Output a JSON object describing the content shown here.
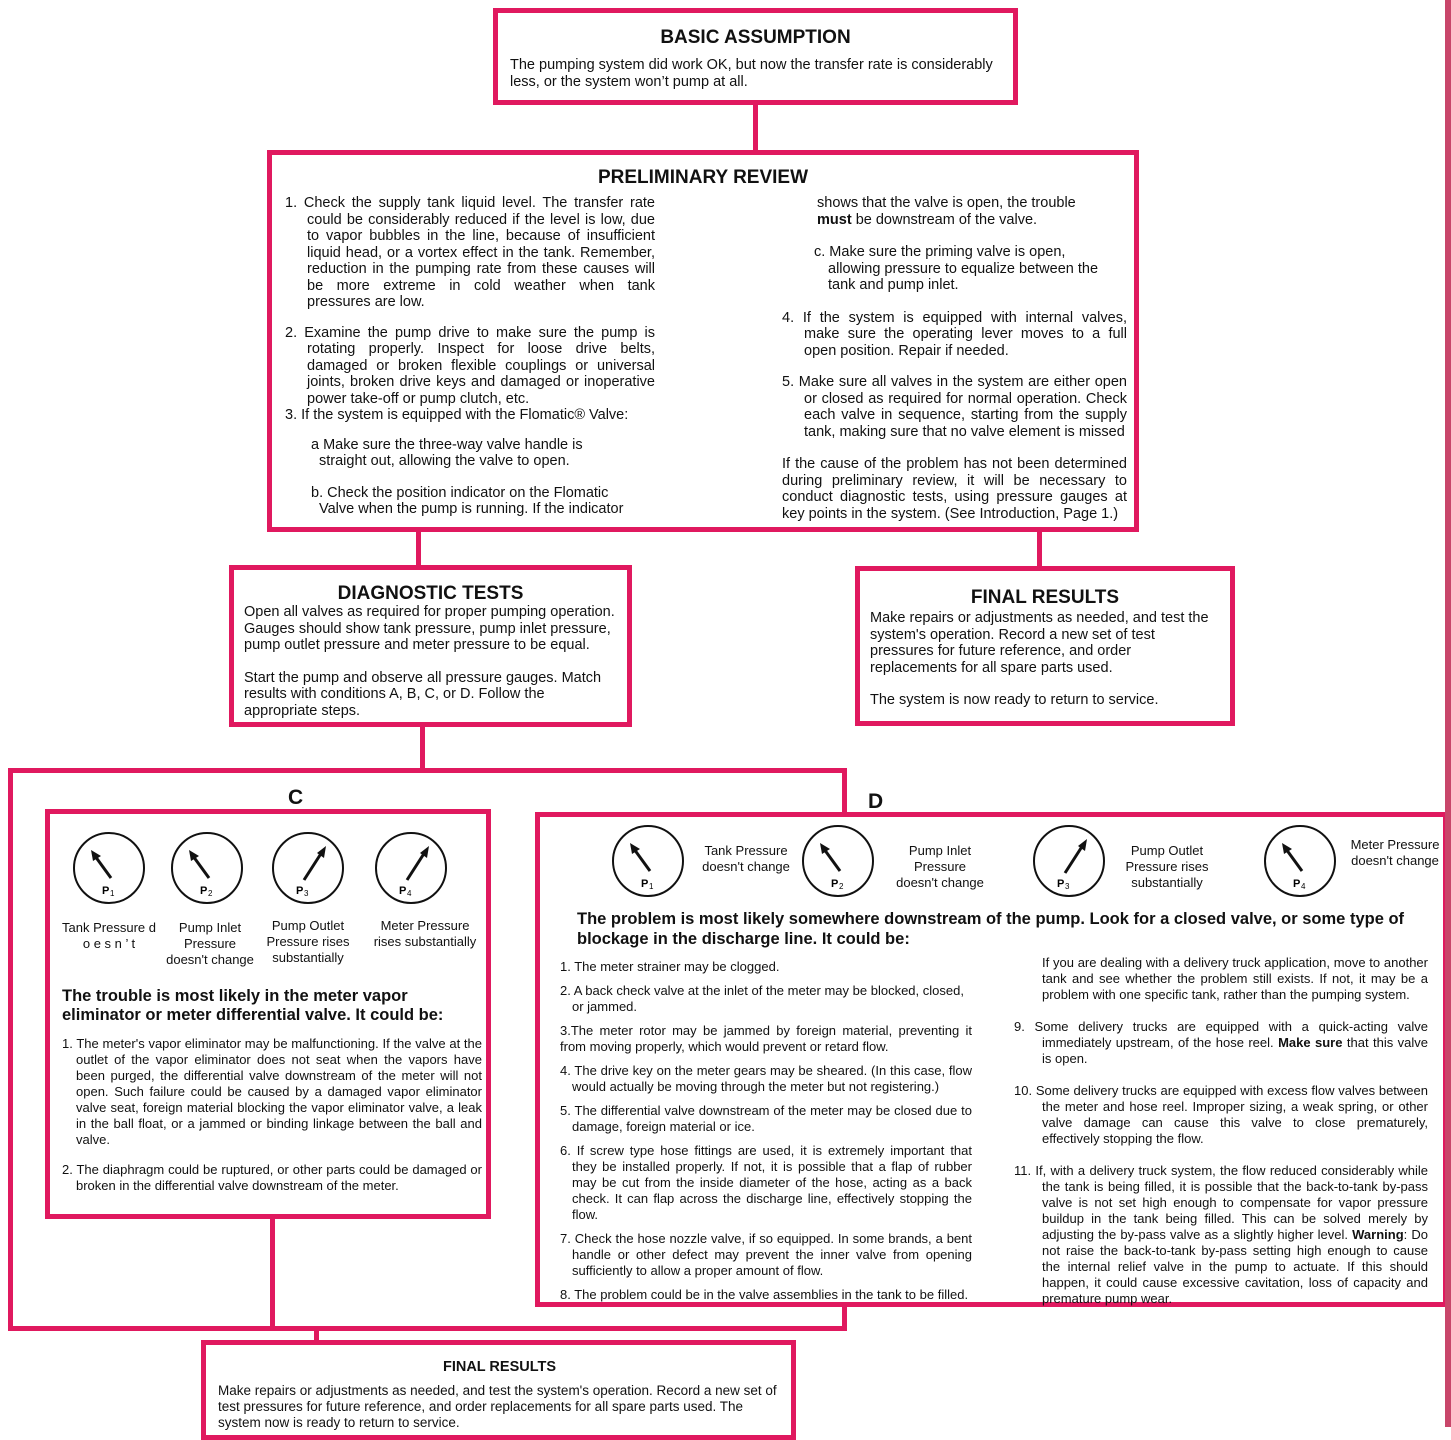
{
  "colors": {
    "accent": "#e0195f",
    "sidebar": "#c8466a"
  },
  "basic": {
    "title": "BASIC ASSUMPTION",
    "text": "The pumping system did work OK, but now the transfer rate is considerably less, or the system won’t pump at all."
  },
  "prelim": {
    "title": "PRELIMINARY REVIEW",
    "i1": "1. Check the supply tank liquid level. The transfer rate could be considerably reduced if the level is low, due to vapor bubbles in the line, because of insufficient liquid head, or a vortex effect in the tank. Remember, reduction in the pumping rate from these causes will be more extreme in cold weather when tank pressures are low.",
    "i2": "2. Examine the pump drive to make sure the pump is rotating properly. Inspect for loose drive belts, damaged or broken flexible couplings or universal joints, broken drive keys and damaged or inoperative power take-off or pump clutch, etc.",
    "i3": "3. If the system is equipped with the Flomatic® Valve:",
    "a": "a Make sure the three-way valve handle is straight out, allowing the valve to open.",
    "b": "b. Check the position indicator on the Flomatic Valve when the pump is running. If the indicator",
    "b_cont1": "shows that the valve is open, the trouble",
    "b_must": "must",
    "b_cont2": "be downstream of the valve.",
    "c": "c. Make sure the priming valve is open, allowing pressure to equalize between the tank and pump inlet.",
    "i4": "4. If the system is equipped with internal valves, make sure the operating lever moves to a full open position. Repair if needed.",
    "i5": "5. Make sure all valves in the system are either open or closed as required for normal operation. Check each valve in sequence, starting from the supply tank, making sure that no valve element is missed",
    "closing": "If the cause of the problem has not been determined during preliminary review, it will be necessary to conduct diagnostic tests, using pressure gauges at key points in the system. (See Introduction, Page 1.)"
  },
  "diag": {
    "title": "DIAGNOSTIC TESTS",
    "p1": "Open all valves as required for proper pumping operation. Gauges should show tank pressure, pump inlet pressure, pump outlet pressure and meter pressure to be equal.",
    "p2": "Start the pump and observe all pressure gauges. Match results with conditions A, B, C, or D. Follow the appropriate steps."
  },
  "final_top": {
    "title": "FINAL RESULTS",
    "p1": "Make repairs or adjustments as needed, and test the system's operation. Record a new set of test pressures for future reference, and order replacements for all spare parts used.",
    "p2": "The system is now ready to return to service."
  },
  "c": {
    "label": "C",
    "gauges": [
      {
        "sub": "1",
        "label": "Tank Pressure d o e s n ’ t"
      },
      {
        "sub": "2",
        "label": "Pump Inlet Pressure doesn't change"
      },
      {
        "sub": "3",
        "label": "Pump Outlet Pressure rises substantially"
      },
      {
        "sub": "4",
        "label": "Meter Pressure rises substantially"
      }
    ],
    "heading": "The trouble is most likely in the meter vapor eliminator or meter differential valve. It could be:",
    "i1": "1. The meter's vapor eliminator may be malfunctioning. If the valve at the outlet of the vapor eliminator does not seat when the vapors have been purged, the differential valve downstream of the meter will not open. Such failure could be caused by a damaged vapor eliminator valve seat, foreign material blocking the vapor eliminator valve, a leak in the ball float, or a jammed or binding linkage between the ball and valve.",
    "i2": "2. The diaphragm could be ruptured, or other parts could be damaged or broken in the differential valve downstream of the meter."
  },
  "d": {
    "label": "D",
    "gauges": [
      {
        "sub": "1",
        "label": "Tank Pressure doesn't change"
      },
      {
        "sub": "2",
        "label": "Pump Inlet Pressure doesn't change"
      },
      {
        "sub": "3",
        "label": "Pump Outlet Pressure rises substantially"
      },
      {
        "sub": "4",
        "label": "Meter Pressure doesn't change"
      }
    ],
    "heading": "The problem is most likely somewhere downstream of the pump. Look for a closed valve, or some type of blockage in the discharge line. It could be:",
    "i1": "1. The meter strainer may be clogged.",
    "i2": "2. A back check valve at the inlet of the meter may be blocked, closed, or jammed.",
    "i3": "3.The meter rotor may be jammed by foreign material, preventing it from moving properly, which would prevent or retard flow.",
    "i4": "4. The drive key on the meter gears may be sheared. (In this case, flow would actually be moving through the meter but not registering.)",
    "i5": "5. The differential valve downstream of the meter may be closed due to damage, foreign material or ice.",
    "i6": "6. If screw type hose fittings are used, it is extremely important that they be installed properly. If not, it is possible that a flap of rubber may be cut from the inside diameter of the hose, acting as a back check. It can flap across the discharge line, effectively stopping the flow.",
    "i7": "7. Check the hose nozzle valve, if so equipped. In some brands, a bent handle or other defect may prevent the inner valve from opening sufficiently to allow a proper amount of flow.",
    "i8": "8. The problem could be in the valve assemblies in the tank to be filled.",
    "r_intro": "If you are dealing with a delivery truck application, move to another tank and see whether the problem still exists. If not, it may be a problem with one specific tank, rather than the pumping system.",
    "i9a": "9.   Some delivery trucks are equipped with a quick-acting valve immediately upstream, of the hose reel.",
    "i9b": "Make sure",
    "i9c": "that this valve is open.",
    "i10": "10. Some delivery trucks are equipped with excess flow valves between the meter and hose reel. Improper sizing, a weak spring, or other valve damage can cause this valve to close prematurely, effectively stopping the flow.",
    "i11a": "11. If, with a delivery truck system, the flow reduced considerably while the tank is being filled, it is possible that the back-to-tank by-pass valve is not set high enough to compensate for vapor pressure buildup in the tank being filled. This can be solved merely by adjusting the by-pass valve as a slightly higher level.",
    "i11b": "Warning",
    "i11c": ": Do not raise the back-to-tank by-pass setting high enough to cause the internal relief valve in the pump to actuate. If this should happen, it could cause excessive cavitation, loss of capacity and premature pump wear."
  },
  "final_bottom": {
    "title": "FINAL RESULTS",
    "text": "Make repairs or adjustments as needed, and test the system's operation. Record a new set of test pressures for future reference, and order replacements for all spare parts used. The system now is ready to return to service."
  }
}
